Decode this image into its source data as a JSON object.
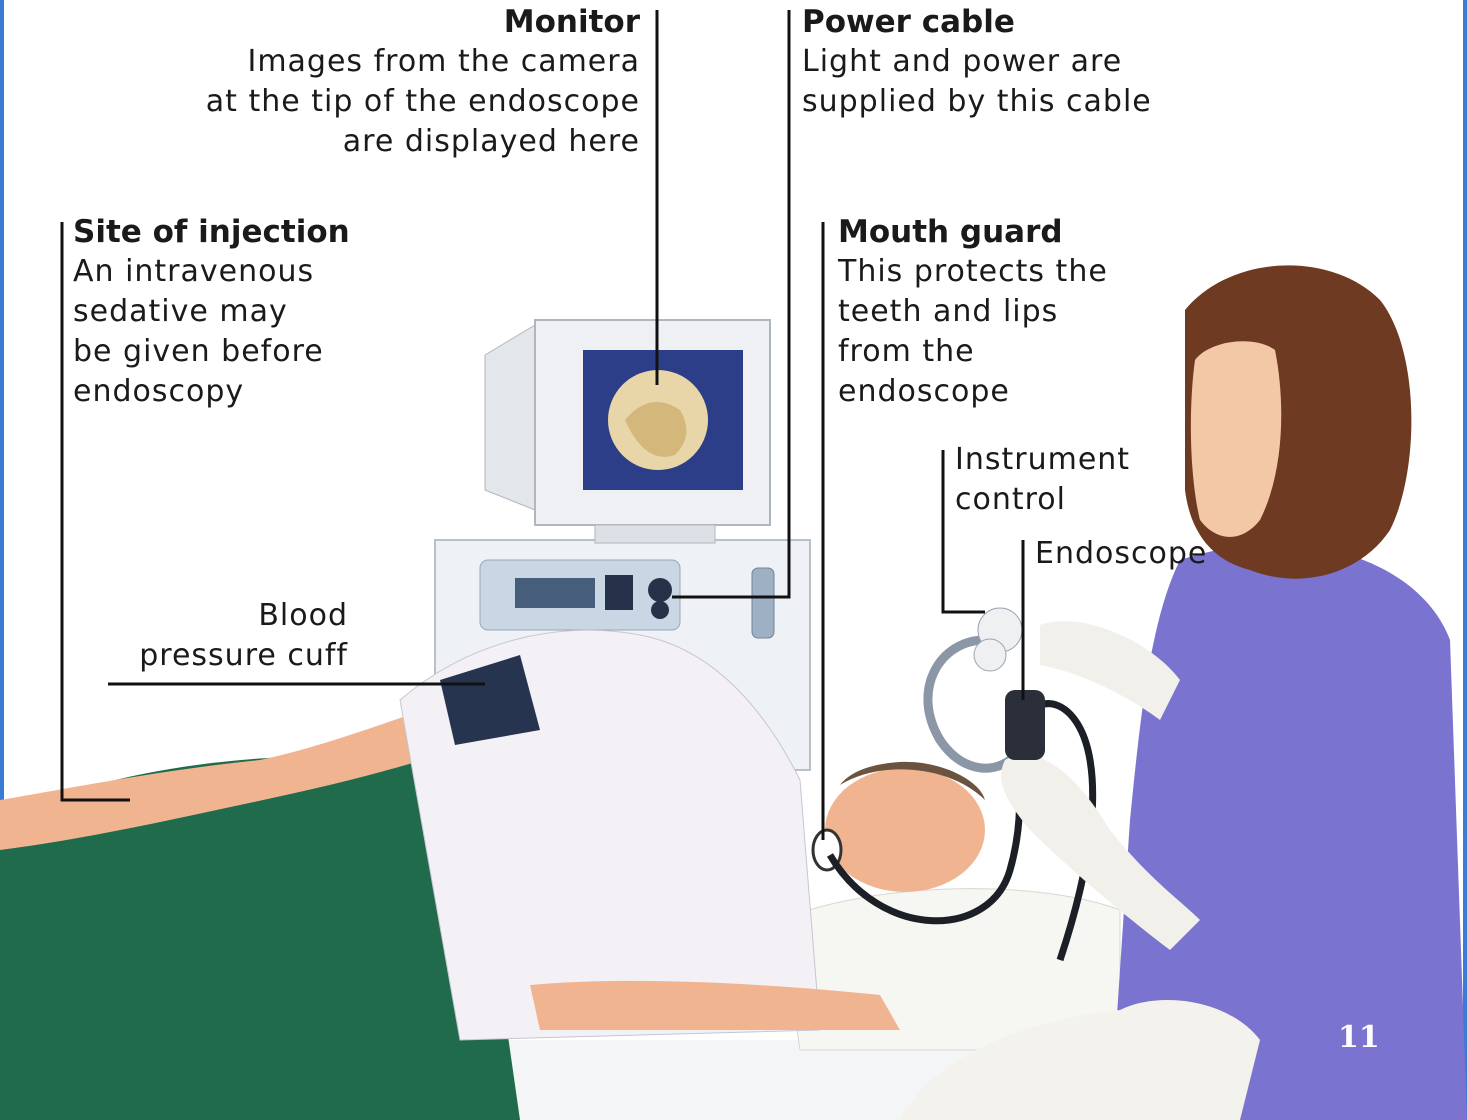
{
  "labels": {
    "monitor": {
      "title": "Monitor",
      "lines": [
        "Images from the camera",
        "at the tip of the endoscope",
        "are displayed here"
      ]
    },
    "power_cable": {
      "title": "Power cable",
      "lines": [
        "Light and power are",
        "supplied by this cable"
      ]
    },
    "site_of_injection": {
      "title": "Site of injection",
      "lines": [
        "An intravenous",
        "sedative may",
        "be given before",
        "endoscopy"
      ]
    },
    "mouth_guard": {
      "title": "Mouth guard",
      "lines": [
        "This protects the",
        "teeth and lips",
        "from the",
        "endoscope"
      ]
    },
    "instrument_control": {
      "lines": [
        "Instrument",
        "control"
      ]
    },
    "endoscope": {
      "text": "Endoscope"
    },
    "blood_pressure_cuff": {
      "lines": [
        "Blood",
        "pressure cuff"
      ]
    }
  },
  "page_number": "11",
  "colors": {
    "accent_bar": "#3a7bd5",
    "blanket": "#1f6b4b",
    "scrubs": "#7a73cf",
    "monitor_screen": "#2c3e87",
    "leader_line": "#111111"
  }
}
